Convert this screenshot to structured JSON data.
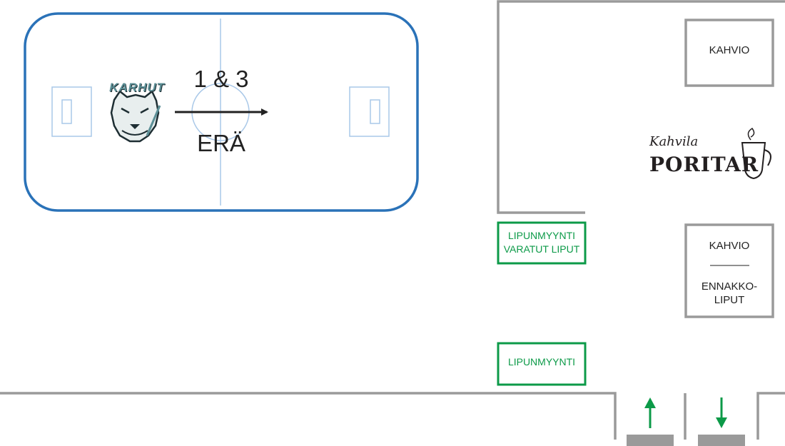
{
  "rink": {
    "team_logo": "KARHUT",
    "period_top": "1 & 3",
    "period_bottom": "ERÄ",
    "colors": {
      "border": "#2a72b8",
      "lines": "#a9c8e8",
      "arrow": "#222222"
    }
  },
  "cafe": {
    "kahvio_top": "KAHVIO",
    "kahvio_bottom": "KAHVIO",
    "ennakko_line1": "ENNAKKO-",
    "ennakko_line2": "LIPUT",
    "brand_script": "Kahvila",
    "brand_name": "PORITAR"
  },
  "tickets": {
    "booth1_line1": "LIPUNMYYNTI",
    "booth1_line2": "VARATUT LIPUT",
    "booth2": "LIPUNMYYNTI",
    "color": "#0c9a48"
  },
  "icons": [
    "bear-logo-icon",
    "arrow-up-icon",
    "arrow-down-icon",
    "coffee-cup-icon"
  ],
  "wall_color": "#9a9a9a"
}
